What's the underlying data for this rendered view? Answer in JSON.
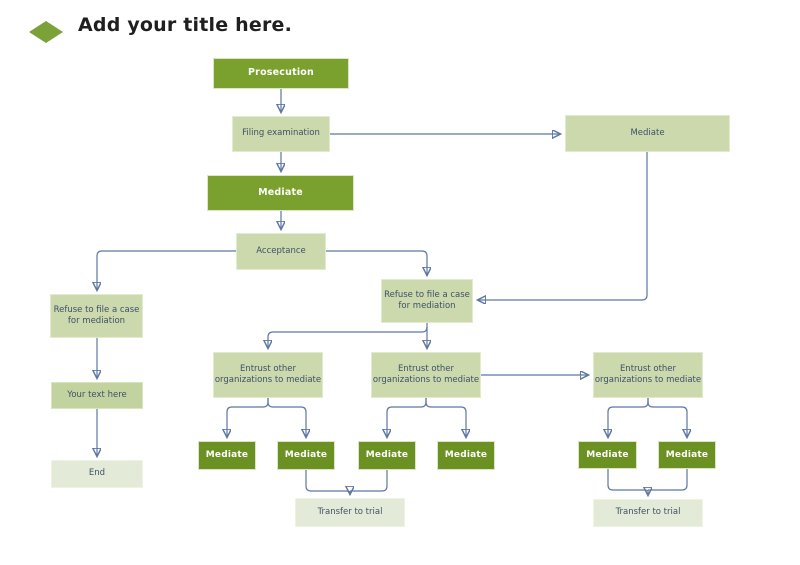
{
  "title": "Add your title here.",
  "icons": {
    "title_bullet": "diamond-icon"
  },
  "colors": {
    "dark_green_large": "#7aa12e",
    "dark_green_small": "#6b9123",
    "light_green": "#cbd9ad",
    "pale_green": "#e3ebd8",
    "accent_green": "#c3d3a0",
    "connector_line": "#5d76a2",
    "arrowhead": "#1c3a6b",
    "node_text": "#3f5068",
    "title_text": "#1f1f1f"
  },
  "diagram": {
    "nodes": {
      "prosecution": {
        "label": "Prosecution"
      },
      "filing_examination": {
        "label": "Filing examination"
      },
      "mediate_right": {
        "label": "Mediate"
      },
      "mediate_main": {
        "label": "Mediate"
      },
      "acceptance": {
        "label": "Acceptance"
      },
      "refuse_left": {
        "label": "Refuse to file a case\nfor mediation"
      },
      "refuse_mid": {
        "label": "Refuse to file a case\nfor mediation"
      },
      "your_text": {
        "label": "Your text here"
      },
      "end": {
        "label": "End"
      },
      "entrust_1": {
        "label": "Entrust other\norganizations to mediate"
      },
      "entrust_2": {
        "label": "Entrust other\norganizations to mediate"
      },
      "entrust_3": {
        "label": "Entrust other\norganizations to mediate"
      },
      "mediate_1": {
        "label": "Mediate"
      },
      "mediate_2": {
        "label": "Mediate"
      },
      "mediate_3": {
        "label": "Mediate"
      },
      "mediate_4": {
        "label": "Mediate"
      },
      "mediate_5": {
        "label": "Mediate"
      },
      "mediate_6": {
        "label": "Mediate"
      },
      "transfer_1": {
        "label": "Transfer to trial"
      },
      "transfer_2": {
        "label": "Transfer to trial"
      }
    }
  }
}
